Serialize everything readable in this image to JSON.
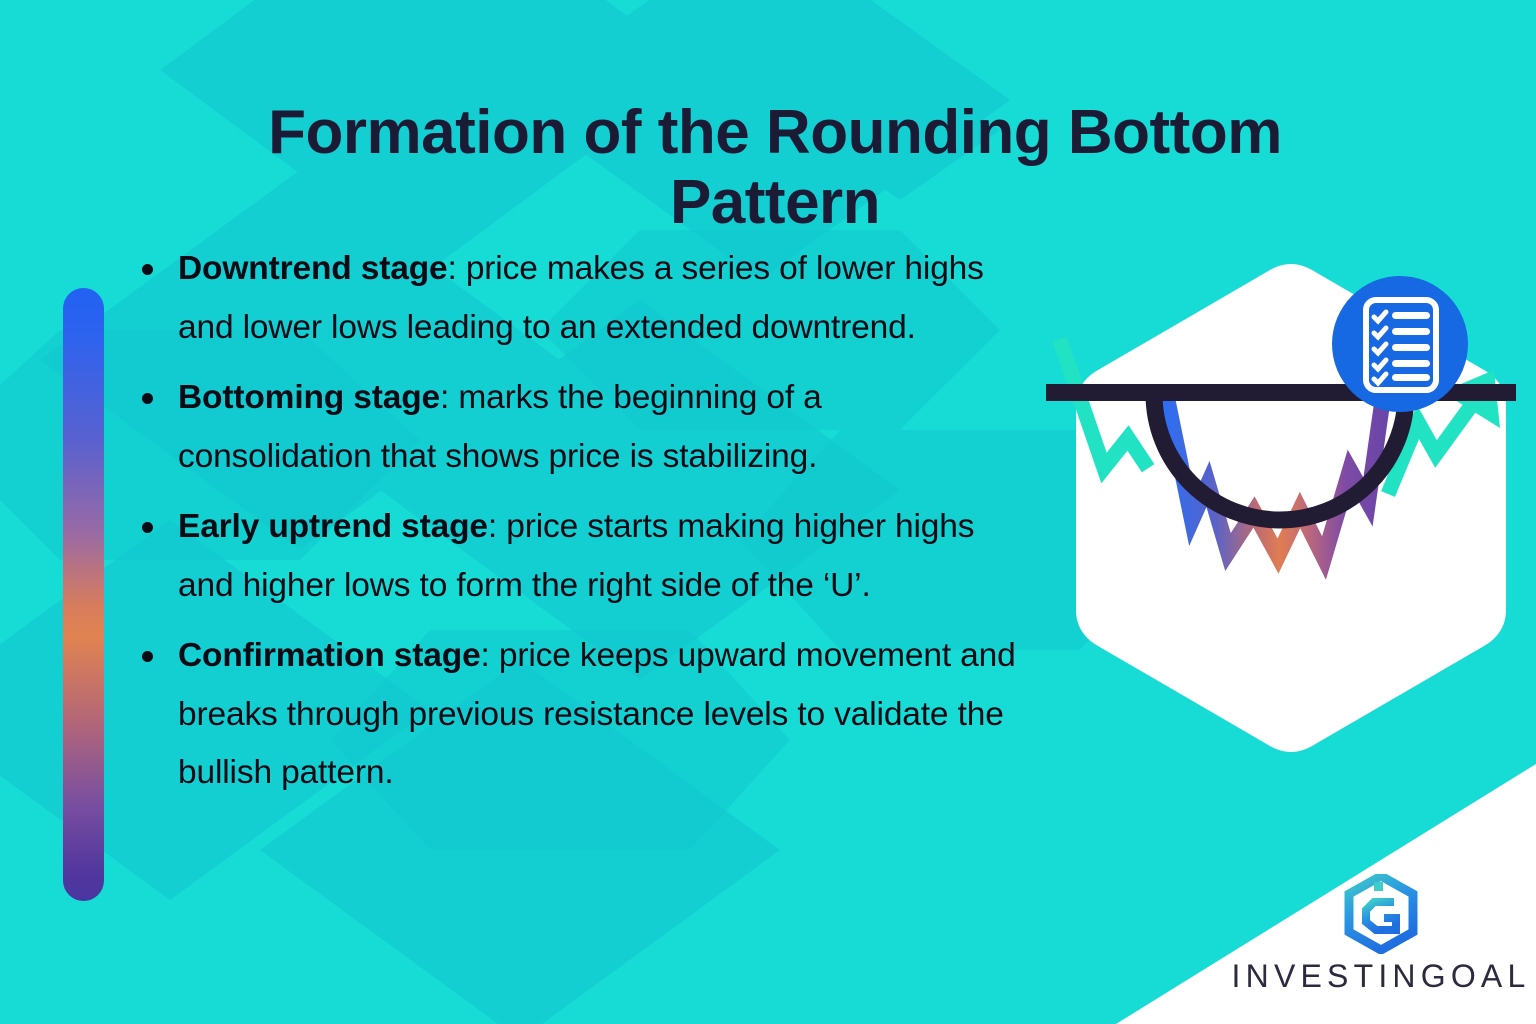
{
  "page": {
    "title": "Formation of the Rounding Bottom Pattern",
    "title_line1": "Formation of the Rounding Bottom",
    "title_line2": "Pattern"
  },
  "colors": {
    "background_teal": "#17dcd6",
    "pattern_teal": "#13cfd2",
    "title_navy": "#1b1b36",
    "body_black": "#0b0b16",
    "accent_blue": "#2161f2",
    "accent_orange": "#e08352",
    "accent_purple": "#4a35a0",
    "card_white": "#ffffff",
    "badge_blue": "#1668e3",
    "line_teal": "#21e3c4",
    "curve_navy": "#211b33",
    "logo_text": "#2b2b3d"
  },
  "bullets": [
    {
      "term": "Downtrend stage",
      "text": ": price makes a series of lower highs and lower lows leading to an extended downtrend."
    },
    {
      "term": "Bottoming stage",
      "text": ": marks the beginning of a consolidation that shows price is stabilizing."
    },
    {
      "term": "Early uptrend stage",
      "text": ": price starts making higher highs and higher lows to form the right side of the ‘U’."
    },
    {
      "term": "Confirmation stage",
      "text": ": price keeps upward movement and breaks through previous resistance levels to validate the bullish pattern."
    }
  ],
  "illustration": {
    "name": "rounding-bottom-chart-illustration",
    "card_shape": "rounded-hexagon",
    "badge": {
      "name": "checklist-badge",
      "rows": 5,
      "icon": "checklist-icon"
    },
    "elements": [
      "downtrend-line",
      "neckline",
      "rounding-bottom-curve",
      "price-zigzag",
      "uptrend-arrow"
    ]
  },
  "logo": {
    "wordmark": "INVESTINGOAL",
    "mark": "ig-hexagon-logo-icon"
  }
}
